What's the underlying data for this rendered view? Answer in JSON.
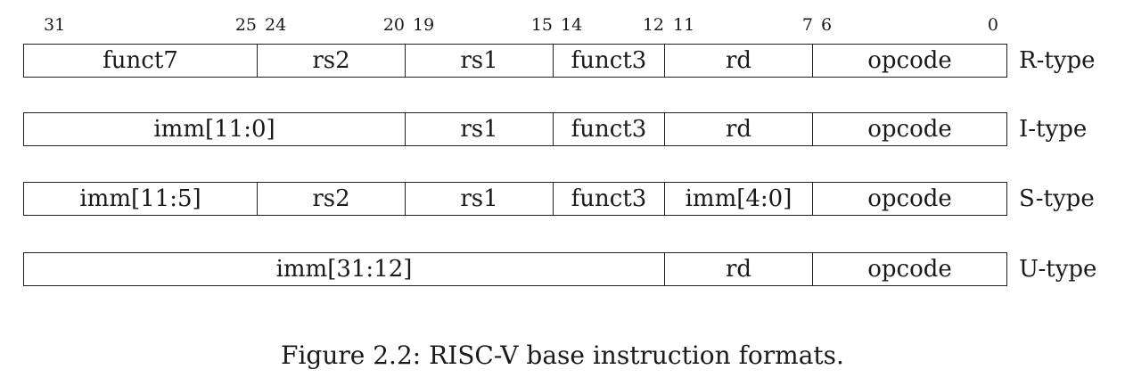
{
  "bit_labels": [
    "31",
    "25",
    "24",
    "20",
    "19",
    "15",
    "14",
    "12",
    "11",
    "7",
    "6",
    "0"
  ],
  "formats": [
    {
      "type": "R-type",
      "fields": [
        "funct7",
        "rs2",
        "rs1",
        "funct3",
        "rd",
        "opcode"
      ]
    },
    {
      "type": "I-type",
      "fields": [
        "imm[11:0]",
        "rs1",
        "funct3",
        "rd",
        "opcode"
      ]
    },
    {
      "type": "S-type",
      "fields": [
        "imm[11:5]",
        "rs2",
        "rs1",
        "funct3",
        "imm[4:0]",
        "opcode"
      ]
    },
    {
      "type": "U-type",
      "fields": [
        "imm[31:12]",
        "rd",
        "opcode"
      ]
    }
  ],
  "caption": "Figure 2.2: RISC-V base instruction formats."
}
